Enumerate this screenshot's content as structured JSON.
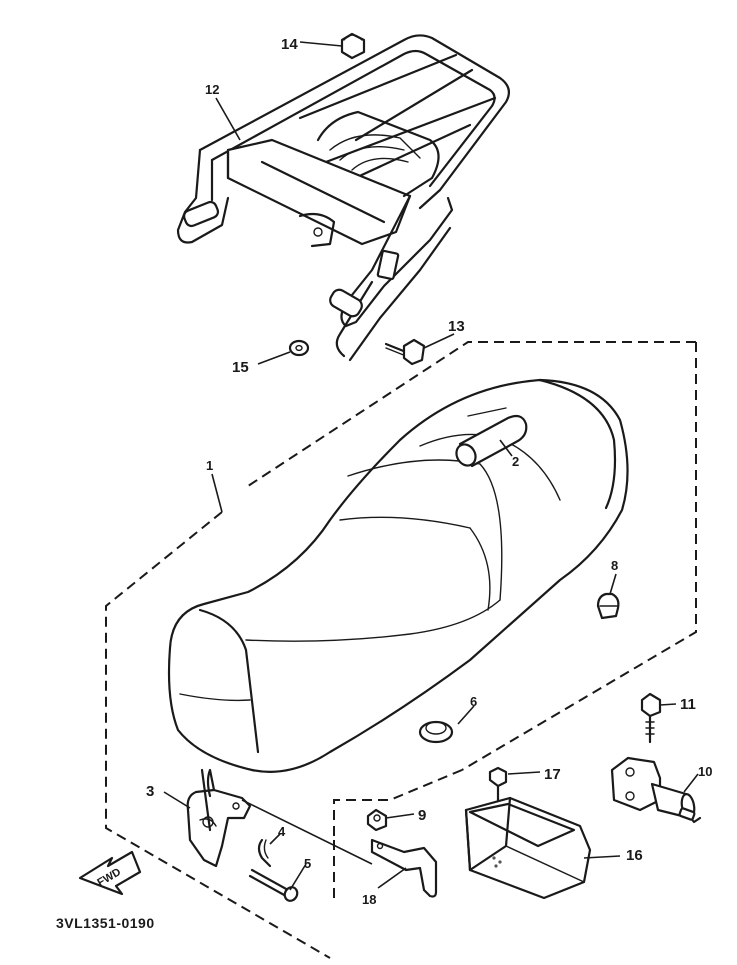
{
  "diagram": {
    "drawing_code": "3VL1351-0190",
    "fwd_arrow_label": "FWD",
    "callouts": {
      "p1": "1",
      "p2": "2",
      "p3": "3",
      "p4": "4",
      "p5": "5",
      "p6": "6",
      "p8": "8",
      "p9": "9",
      "p10": "10",
      "p11": "11",
      "p12": "12",
      "p13": "13",
      "p14": "14",
      "p15": "15",
      "p16": "16",
      "p17": "17",
      "p18": "18"
    }
  }
}
